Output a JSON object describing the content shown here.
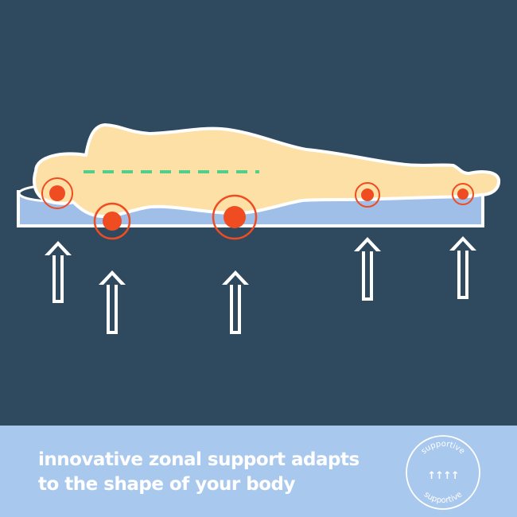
{
  "tagline": {
    "line1": "innovative zonal support adapts",
    "line2": "to the shape of your body"
  },
  "badge": {
    "top_text": "supportive",
    "arrows": "↑↑↑↑",
    "bottom_text": "supportive"
  },
  "colors": {
    "background": "#2f4a5e",
    "body_fill": "#fce0a6",
    "mattress_fill": "#a0bfe8",
    "pressure_point": "#ef4c22",
    "spine_line": "#52cf8a",
    "band": "#a9c8ee"
  },
  "icons": {
    "support_arrow": "up-arrow-icon",
    "pressure_point": "pressure-point-icon"
  }
}
